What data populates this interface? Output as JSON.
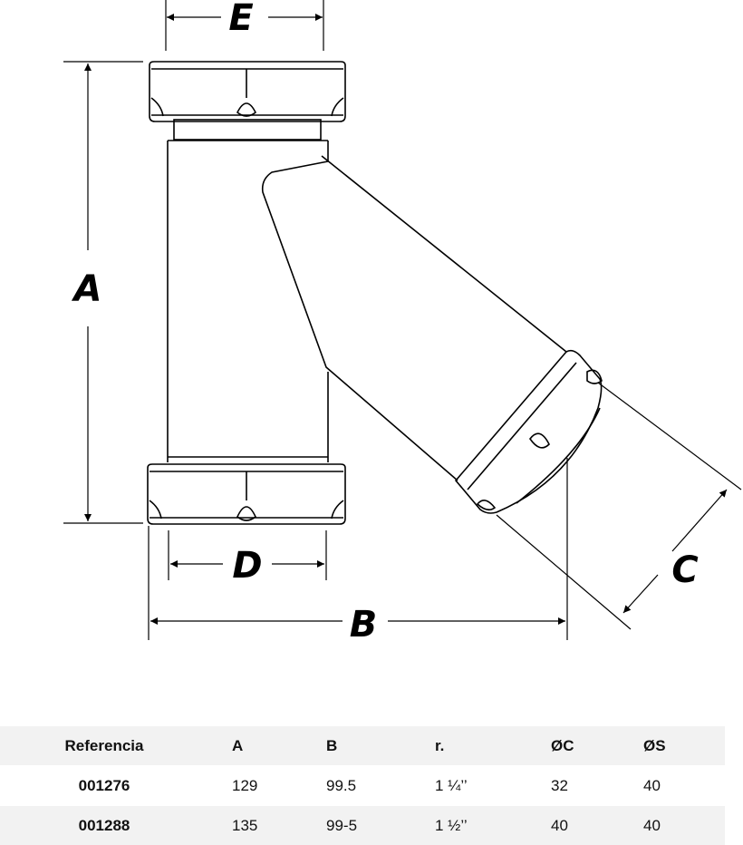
{
  "diagram": {
    "labels": {
      "A": "A",
      "B": "B",
      "C": "C",
      "D": "D",
      "E": "E"
    },
    "stroke_color": "#000000"
  },
  "table": {
    "headers": [
      "Referencia",
      "A",
      "B",
      "r.",
      "ØC",
      "ØS"
    ],
    "rows": [
      [
        "001276",
        "129",
        "99.5",
        "1 ¼’’",
        "32",
        "40"
      ],
      [
        "001288",
        "135",
        "99-5",
        "1 ½’’",
        "40",
        "40"
      ]
    ]
  }
}
